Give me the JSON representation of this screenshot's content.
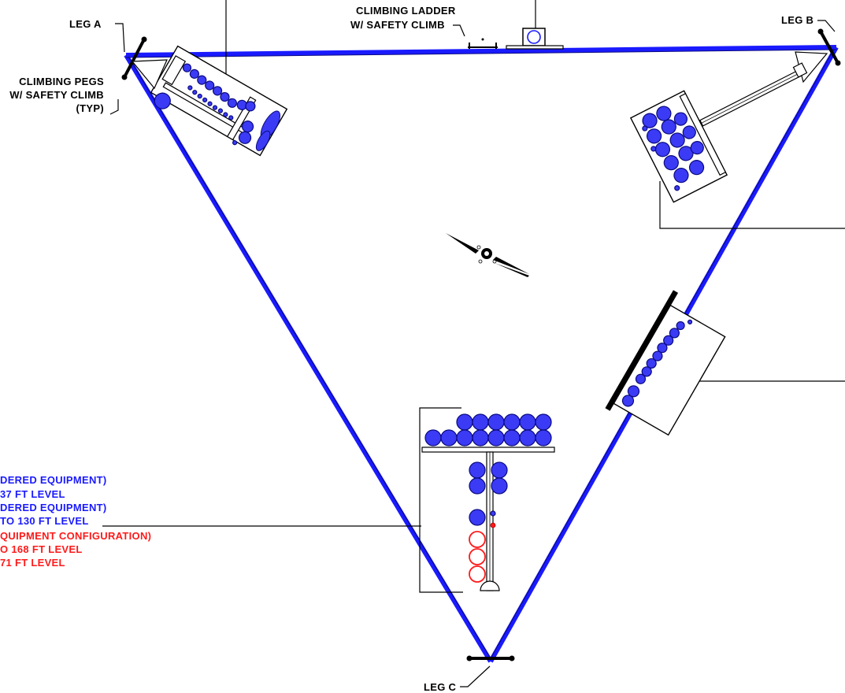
{
  "labels": {
    "leg_a": "LEG A",
    "leg_b": "LEG B",
    "leg_c": "LEG C",
    "ladder_1": "CLIMBING LADDER",
    "ladder_2": "W/ SAFETY CLIMB",
    "pegs_1": "CLIMBING PEGS",
    "pegs_2": "W/ SAFETY CLIMB",
    "pegs_3": "(TYP)"
  },
  "legend": {
    "line1": "DERED EQUIPMENT)",
    "line2": "37 FT LEVEL",
    "line3": "DERED EQUIPMENT)",
    "line4": "TO 130 FT LEVEL",
    "line5": "QUIPMENT CONFIGURATION)",
    "line6": "O 168 FT LEVEL",
    "line7": "71 FT LEVEL"
  },
  "colors": {
    "tower_face": "#1a1aff",
    "equipment_existing": "#3b3bf5",
    "equipment_proposed": "#ff1a1a",
    "linework": "#000000"
  }
}
